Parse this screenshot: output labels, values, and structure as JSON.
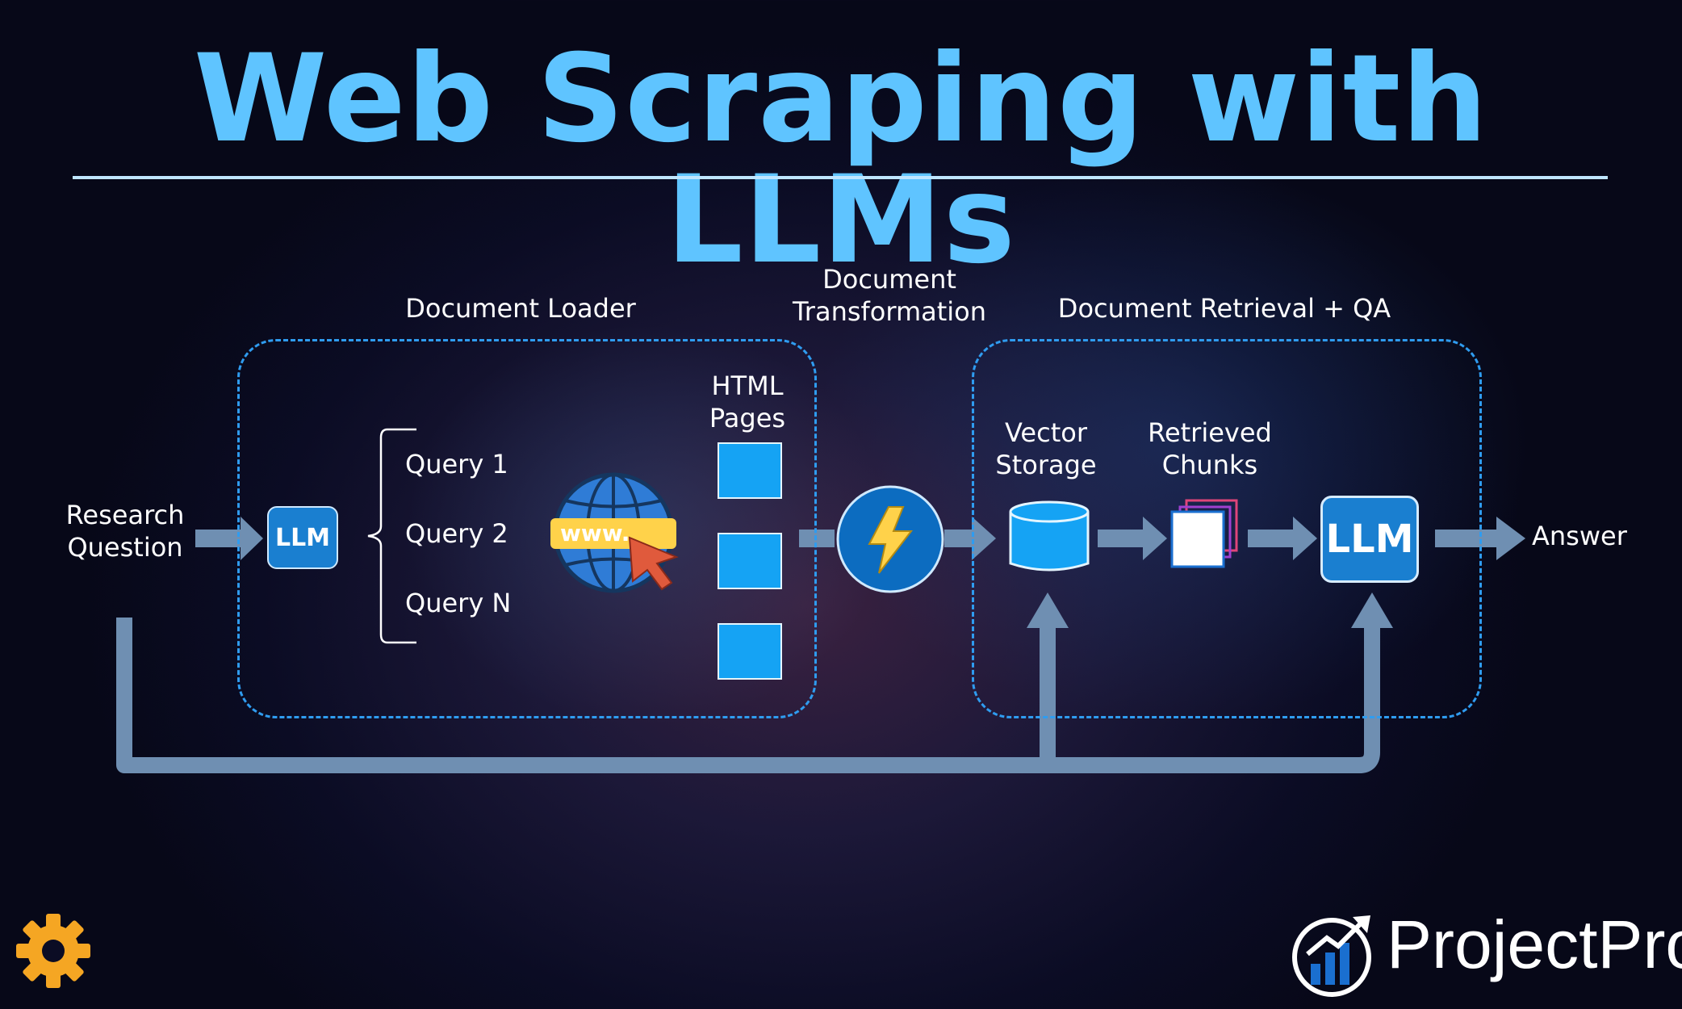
{
  "title": "Web Scraping with LLMs",
  "labels": {
    "research_question_line1": "Research",
    "research_question_line2": "Question",
    "document_loader": "Document Loader",
    "document_transformation_line1": "Document",
    "document_transformation_line2": "Transformation",
    "document_retrieval_qa": "Document Retrieval + QA",
    "html_pages_line1": "HTML",
    "html_pages_line2": "Pages",
    "vector_storage_line1": "Vector",
    "vector_storage_line2": "Storage",
    "retrieved_chunks_line1": "Retrieved",
    "retrieved_chunks_line2": "Chunks",
    "answer": "Answer"
  },
  "queries": [
    "Query  1",
    "Query  2",
    "Query  N"
  ],
  "llm_label": "LLM",
  "www_text": "www.",
  "brand": "ProjectPro",
  "colors": {
    "accent": "#5fc4ff",
    "box_blue": "#15a3f4",
    "llm_blue": "#1a7fd0",
    "arrow": "#6f8fb2",
    "gear": "#f5a623",
    "cursor": "#e05a3c"
  }
}
